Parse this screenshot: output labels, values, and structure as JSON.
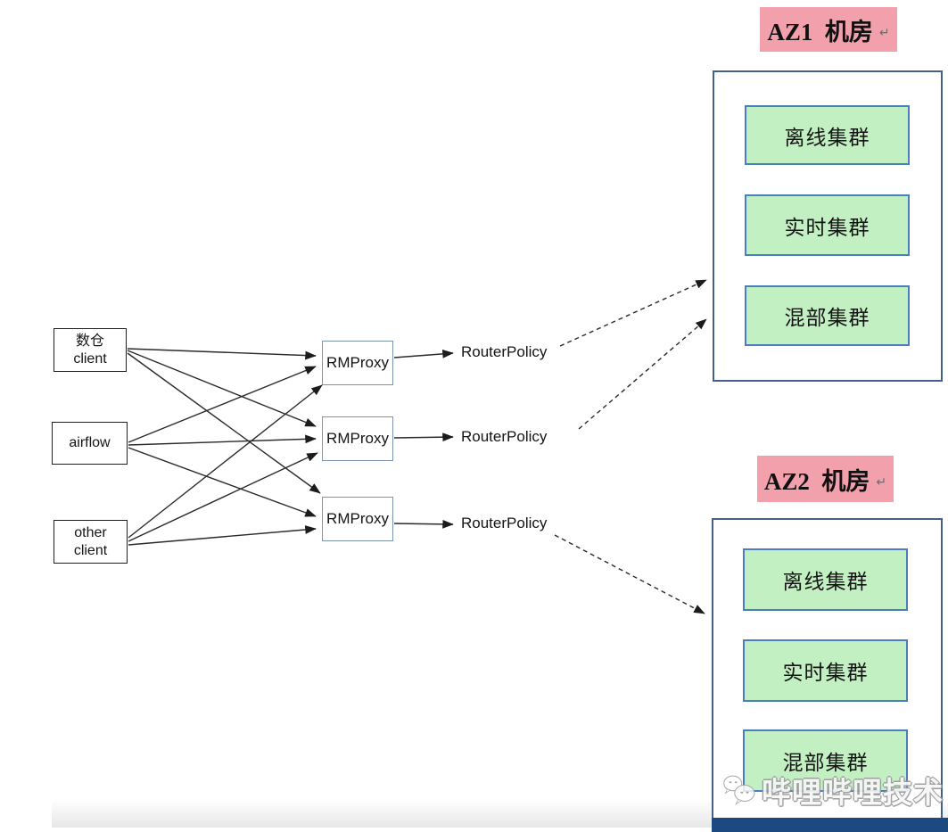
{
  "az1": {
    "header": "AZ1  机房",
    "return_mark": "↵",
    "clusters": [
      "离线集群",
      "实时集群",
      "混部集群"
    ]
  },
  "az2": {
    "header": "AZ2  机房",
    "return_mark": "↵",
    "clusters": [
      "离线集群",
      "实时集群",
      "混部集群"
    ]
  },
  "clients": [
    {
      "line1": "数仓",
      "line2": "client"
    },
    {
      "line1": "airflow",
      "line2": ""
    },
    {
      "line1": "other",
      "line2": "client"
    }
  ],
  "proxies": [
    "RMProxy",
    "RMProxy",
    "RMProxy"
  ],
  "router_policies": [
    "RouterPolicy",
    "RouterPolicy",
    "RouterPolicy"
  ],
  "watermark": {
    "icon": "wechat-icon",
    "text": "哔哩哔哩技术"
  },
  "colors": {
    "pink_header_bg": "#f2a0ac",
    "cluster_green_bg": "#c3f0c3",
    "cluster_border": "#4a7ebc",
    "az_border": "#44608a",
    "proxy_border": "#7d93b4",
    "client_border": "#1f1f1f",
    "arrow": "#1c1c1c",
    "text": "#161616"
  }
}
